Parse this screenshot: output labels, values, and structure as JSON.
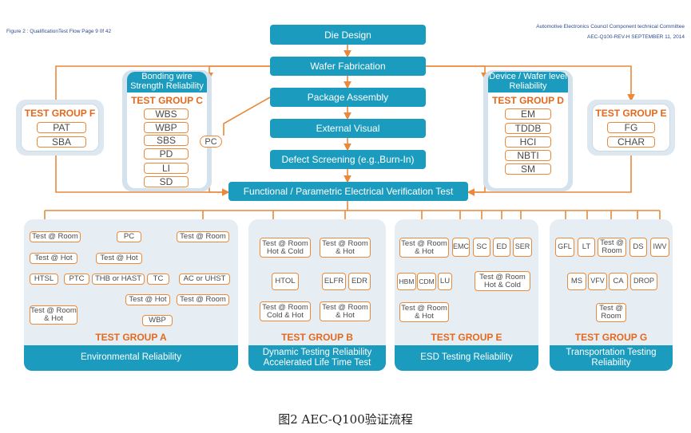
{
  "header": {
    "left": "Figure 2 : QualificationTest Flow Page 9 0f 42",
    "right1": "Automotive Electronics Council   Component technical Committee",
    "right2": "AEC-Q100-REV-H   SEPTEMBER 11, 2014"
  },
  "flow": {
    "die": "Die Design",
    "wafer": "Wafer Fabrication",
    "package": "Package Assembly",
    "visual": "External Visual",
    "defect": "Defect Screening (e.g.,Burn-In)",
    "functional": "Functional / Parametric Electrical Verification Test"
  },
  "group_f": {
    "title": "TEST GROUP F",
    "items": [
      "PAT",
      "SBA"
    ]
  },
  "group_c": {
    "subtitle": "Bonding wire Strength Reliability",
    "title": "TEST GROUP C",
    "items": [
      "WBS",
      "WBP",
      "SBS",
      "PD",
      "LI",
      "SD"
    ],
    "pc": "PC"
  },
  "group_d": {
    "subtitle": "Device / Wafer level Reliability",
    "title": "TEST GROUP D",
    "items": [
      "EM",
      "TDDB",
      "HCI",
      "NBTI",
      "SM"
    ]
  },
  "group_e_top": {
    "title": "TEST GROUP E",
    "items": [
      "FG",
      "CHAR"
    ]
  },
  "group_a": {
    "title": "TEST GROUP A",
    "label": "Environmental Reliability",
    "nodes": {
      "room1": "Test @ Room",
      "pc": "PC",
      "room2": "Test @ Room",
      "hot1": "Test @ Hot",
      "hot2": "Test @ Hot",
      "htsl": "HTSL",
      "ptc": "PTC",
      "thb": "THB or HAST",
      "tc": "TC",
      "acu": "AC or UHST",
      "hot3": "Test @ Hot",
      "room3": "Test @ Room",
      "roomhot": "Test @ Room & Hot",
      "wbp": "WBP"
    }
  },
  "group_b": {
    "title": "TEST GROUP B",
    "label": "Dynamic Testing Reliability Accelerated Life Time Test",
    "nodes": {
      "rhc": "Test @ Room Hot & Cold",
      "rh": "Test @ Room & Hot",
      "htol": "HTOL",
      "elfr": "ELFR",
      "edr": "EDR",
      "rch": "Test @ Room Cold & Hot",
      "rh2": "Test @ Room & Hot"
    }
  },
  "group_e": {
    "title": "TEST GROUP E",
    "label": "ESD Testing Reliability",
    "nodes": {
      "rh": "Test @ Room & Hot",
      "emc": "EMC",
      "sc": "SC",
      "ed": "ED",
      "ser": "SER",
      "hbm": "HBM",
      "cdm": "CDM",
      "lu": "LU",
      "rhc": "Test @ Room Hot & Cold",
      "rh2": "Test @ Room & Hot"
    }
  },
  "group_g": {
    "title": "TEST GROUP G",
    "label": "Transportation Testing Reliability",
    "nodes": {
      "gfl": "GFL",
      "lt": "LT",
      "room": "Test @ Room",
      "ds": "DS",
      "iwv": "IWV",
      "ms": "MS",
      "vfv": "VFV",
      "ca": "CA",
      "drop": "DROP",
      "room2": "Test @ Room"
    }
  },
  "caption": "图2   AEC-Q100验证流程"
}
